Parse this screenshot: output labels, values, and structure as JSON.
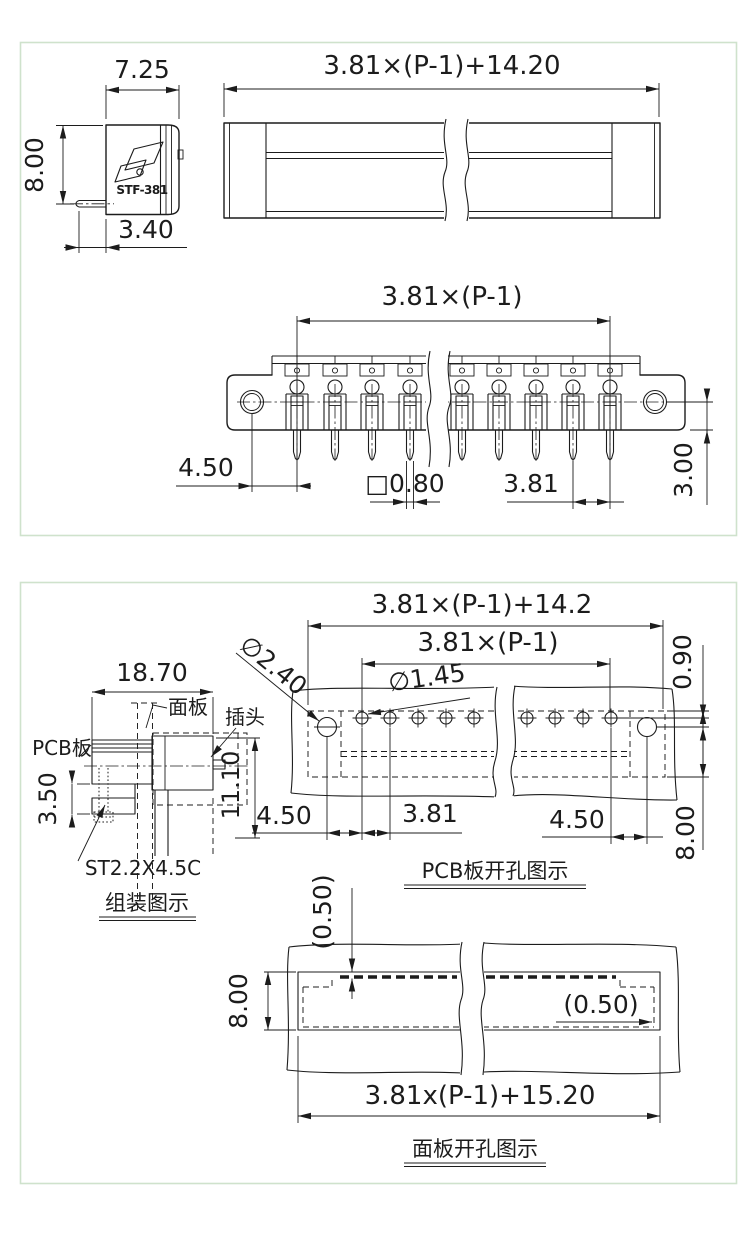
{
  "page": {
    "background": "#ffffff",
    "frame_color": "#cfe2cc",
    "ink_color": "#1c1c1c"
  },
  "model_label": "STF-381",
  "panel1": {
    "side_view": {
      "dim_width": "7.25",
      "dim_height": "8.00",
      "dim_pin_offset": "3.40"
    },
    "top_view": {
      "dim_length": "3.81×(P-1)+14.20"
    },
    "front_view": {
      "dim_span": "3.81×(P-1)",
      "dim_hole_to_pin": "4.50",
      "dim_pin_square": "□0.80",
      "dim_pitch": "3.81",
      "dim_tail": "3.00"
    }
  },
  "panel2": {
    "assembly_view": {
      "dim_depth": "18.70",
      "label_pcb": "PCB板",
      "label_panel": "面板",
      "label_plug": "插头",
      "dim_height": "11.10",
      "dim_pcb_offset": "3.50",
      "label_screw": "ST2.2X4.5C",
      "title": "组装图示"
    },
    "pcb_view": {
      "dim_total": "3.81×(P-1)+14.2",
      "dim_span": "3.81×(P-1)",
      "dim_big_hole": "∅2.40",
      "dim_small_hole": "∅1.45",
      "dim_row_offset": "0.90",
      "dim_left_margin": "4.50",
      "dim_pitch": "3.81",
      "dim_right_margin": "4.50",
      "dim_height": "8.00",
      "title": "PCB板开孔图示"
    },
    "cutout_view": {
      "dim_top_gap": "(0.50)",
      "dim_height": "8.00",
      "dim_side_gap": "(0.50)",
      "dim_length": "3.81x(P-1)+15.20",
      "title": "面板开孔图示"
    }
  }
}
